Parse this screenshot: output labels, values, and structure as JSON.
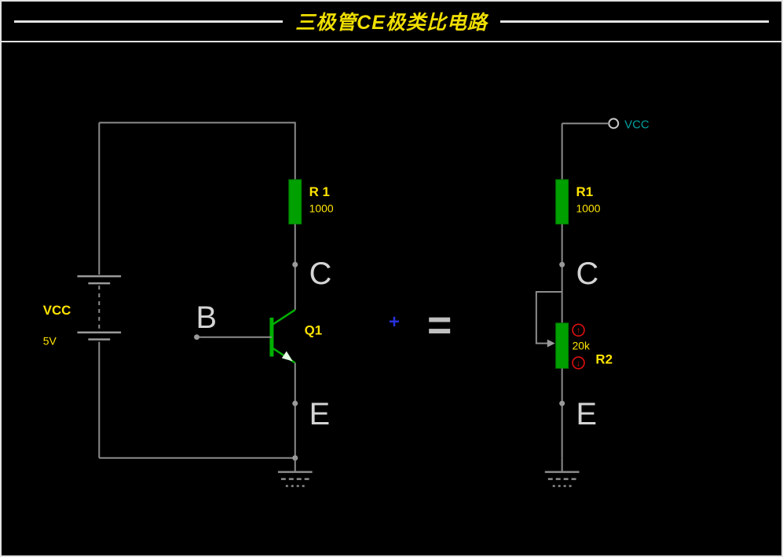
{
  "title": "三极管CE极类比电路",
  "colors": {
    "background": "#000000",
    "wire": "#8c8c8c",
    "resistor_green": "#00a000",
    "label_yellow": "#ffe400",
    "node_text": "#d4d4d4",
    "vcc_teal": "#00a0a0",
    "adjust_red": "#e01010",
    "plus_blue": "#2830d8",
    "equals_gray": "#c0c0c0"
  },
  "left_circuit": {
    "source_label": "VCC",
    "source_value": "5V",
    "r1_label": "R 1",
    "r1_value": "1000",
    "transistor_label": "Q1",
    "node_b": "B",
    "node_c": "C",
    "node_e": "E"
  },
  "middle": {
    "plus": "+",
    "equals": "="
  },
  "right_circuit": {
    "vcc_label": "VCC",
    "r1_label": "R1",
    "r1_value": "1000",
    "r2_label": "R2",
    "r2_value": "20k",
    "up_arrow": "↑",
    "down_arrow": "↓",
    "node_c": "C",
    "node_e": "E"
  }
}
